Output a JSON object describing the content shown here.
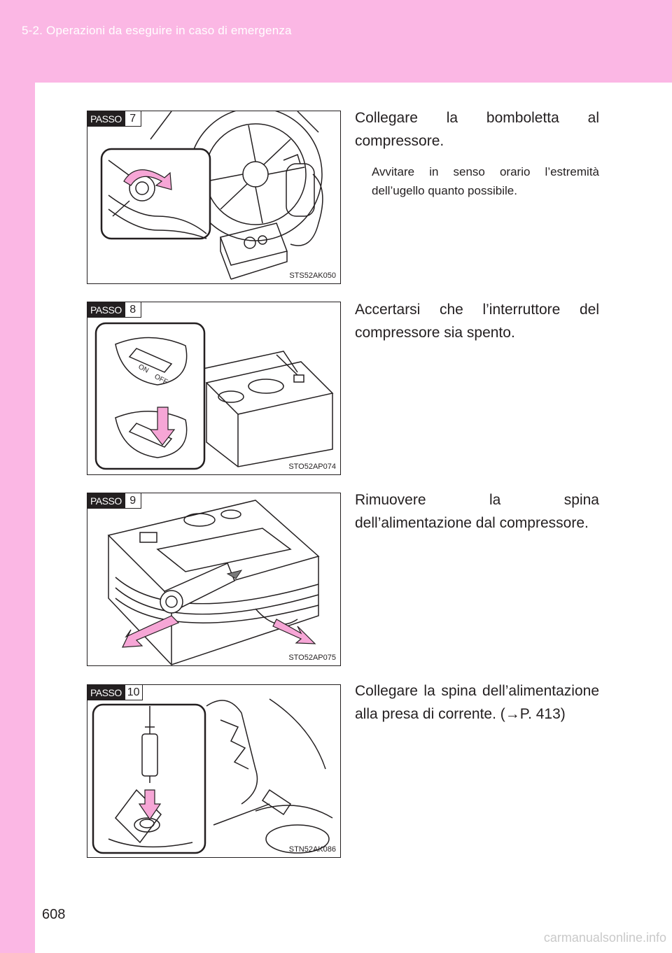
{
  "header": {
    "section_title": "5-2. Operazioni da eseguire in caso di emergenza"
  },
  "page": {
    "number": "608",
    "watermark": "carmanualsonline.info"
  },
  "steps": [
    {
      "tag": "PASSO",
      "num": "7",
      "code": "STS52AK050",
      "text": "Collegare la bomboletta al compressore.",
      "note": "Avvitare in senso orario l’estremità dell’ugello quanto possibile."
    },
    {
      "tag": "PASSO",
      "num": "8",
      "code": "STO52AP074",
      "text": "Accertarsi che l’interruttore del compressore sia spento.",
      "switch_on": "ON",
      "switch_off": "OFF"
    },
    {
      "tag": "PASSO",
      "num": "9",
      "code": "STO52AP075",
      "text": "Rimuovere la spina dell’alimentazione dal compressore."
    },
    {
      "tag": "PASSO",
      "num": "10",
      "code": "STN52AK086",
      "text": "Collegare la spina dell’alimentazione alla presa di corrente. (→P. 413)"
    }
  ],
  "colors": {
    "accent_pink": "#fbb7e4",
    "arrow_pink": "#f6a6d6",
    "ink": "#231f20"
  }
}
